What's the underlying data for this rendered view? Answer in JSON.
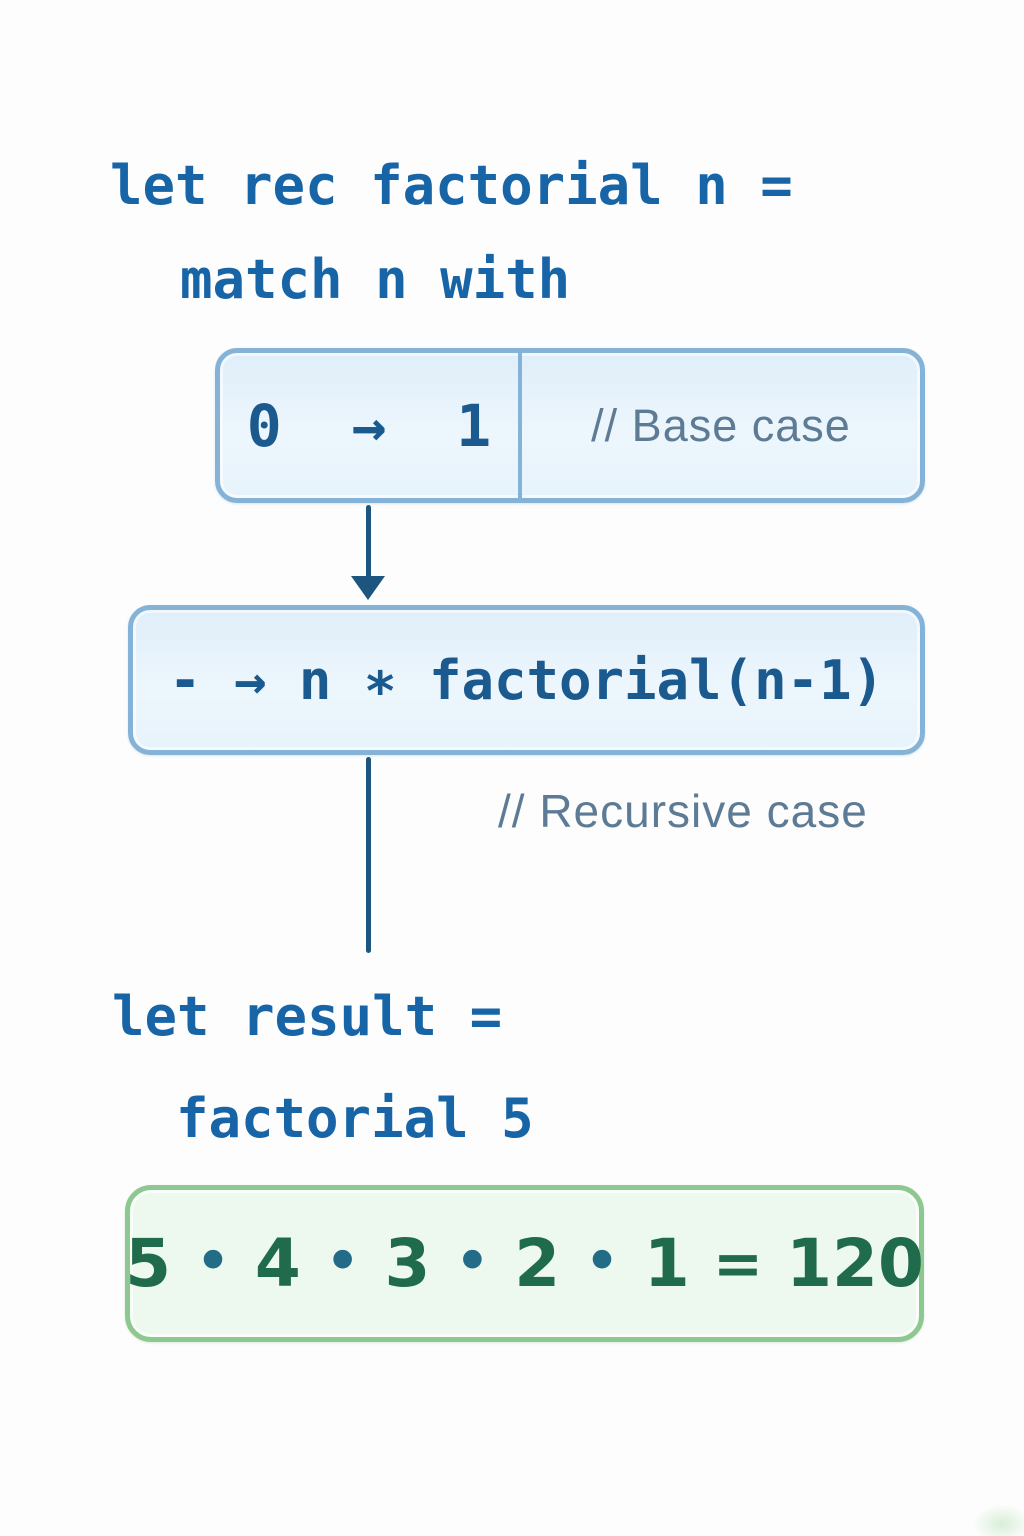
{
  "code": {
    "line1": "let rec factorial n =",
    "line2": "match n with",
    "line3": "let result =",
    "line4": "factorial 5"
  },
  "match_cases": {
    "base": {
      "pattern": "0  →  1",
      "comment": "// Base case"
    },
    "recursive": {
      "pattern": "- → n ∗ factorial(n-1)",
      "comment": "// Recursive case"
    }
  },
  "result_box": {
    "expression": "5 • 4 • 3 • 2 • 1 = 120",
    "tokens": [
      {
        "text": "5",
        "type": "number"
      },
      {
        "text": "•",
        "type": "dot"
      },
      {
        "text": "4",
        "type": "number"
      },
      {
        "text": "•",
        "type": "dot"
      },
      {
        "text": "3",
        "type": "number"
      },
      {
        "text": "•",
        "type": "dot"
      },
      {
        "text": "2",
        "type": "number"
      },
      {
        "text": "•",
        "type": "dot"
      },
      {
        "text": "1",
        "type": "number"
      },
      {
        "text": "=",
        "type": "operator"
      },
      {
        "text": "120",
        "type": "number"
      }
    ]
  },
  "colors": {
    "background": "#fdfdfd",
    "code_text": "#1765a6",
    "box_pattern_text": "#1a5a8f",
    "comment_text": "#5e7b96",
    "arrow": "#1c567f",
    "blue_box_border": "#85b3d7",
    "blue_box_fill": "#e8f3fb",
    "green_box_border": "#8cc88f",
    "green_box_fill": "#edf9ef",
    "green_text": "#1f6b4c",
    "dot_separator": "#226c87"
  }
}
